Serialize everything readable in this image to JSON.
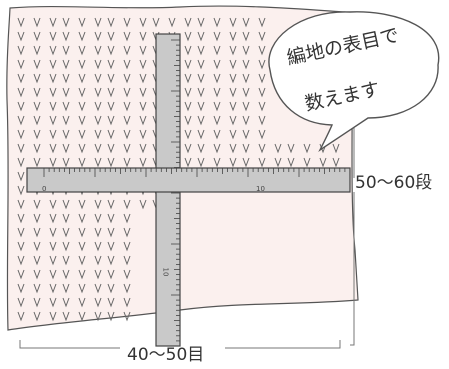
{
  "illustration": {
    "speech_bubble": {
      "line1": "編地の表目で",
      "line2": "数えます"
    },
    "rows_measurement": "50～60段",
    "stitches_measurement": "40～50目",
    "horizontal_ruler": {
      "marks": [
        "0",
        "10"
      ]
    },
    "vertical_ruler": {
      "marks": [
        "10"
      ]
    },
    "colors": {
      "fabric": "#fbf0ee",
      "ruler": "#c9c9c9",
      "ink": "#333333",
      "bubble_fill": "#ffffff"
    }
  }
}
